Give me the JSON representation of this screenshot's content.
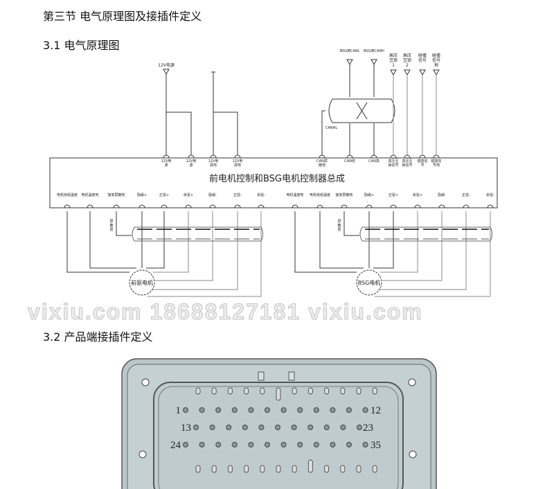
{
  "section_title": "第三节 电气原理图及接插件定义",
  "heading_31": "3.1 电气原理图",
  "heading_32": "3.2 产品端接插件定义",
  "watermark": "vixiu.com 18688127181 vixiu.com",
  "diagram": {
    "title": "前电机控制和BSG电机控制器总成",
    "supply_label": "12V电源",
    "can_labels": [
      "BSG用CANL",
      "BSG用CANH"
    ],
    "can_shield_label": "CANHL",
    "top_right_labels": [
      "高压互锁1",
      "高压互锁2",
      "碰撞信号",
      "碰撞信号地"
    ],
    "top_pins": [
      "12V电源",
      "12V电源",
      "12V电源地",
      "12V电源地",
      "CAN屏蔽地",
      "CAN低",
      "CAN高",
      "高压互锁信号",
      "高压互锁信号",
      "碰撞信号",
      "碰撞信号地"
    ],
    "left_bottom_pins": [
      "电机绕组温度",
      "电机温度地",
      "旋变屏蔽地",
      "励磁+",
      "正弦+",
      "余弦+",
      "励磁-",
      "正弦-",
      "余弦-"
    ],
    "right_bottom_pins": [
      "电机温度地",
      "电机绕组温度",
      "旋变屏蔽地",
      "励磁+",
      "正弦+",
      "余弦+",
      "励磁-",
      "正弦-",
      "余弦-"
    ],
    "shield_label": "屏蔽层",
    "left_motor": "前驱电机",
    "right_motor": "BSG电机"
  },
  "connector": {
    "row_labels": {
      "r1_start": "1",
      "r1_end": "12",
      "r2_start": "13",
      "r2_end": "23",
      "r3_start": "24",
      "r3_end": "35"
    },
    "row_pin_counts": [
      12,
      11,
      12
    ]
  }
}
